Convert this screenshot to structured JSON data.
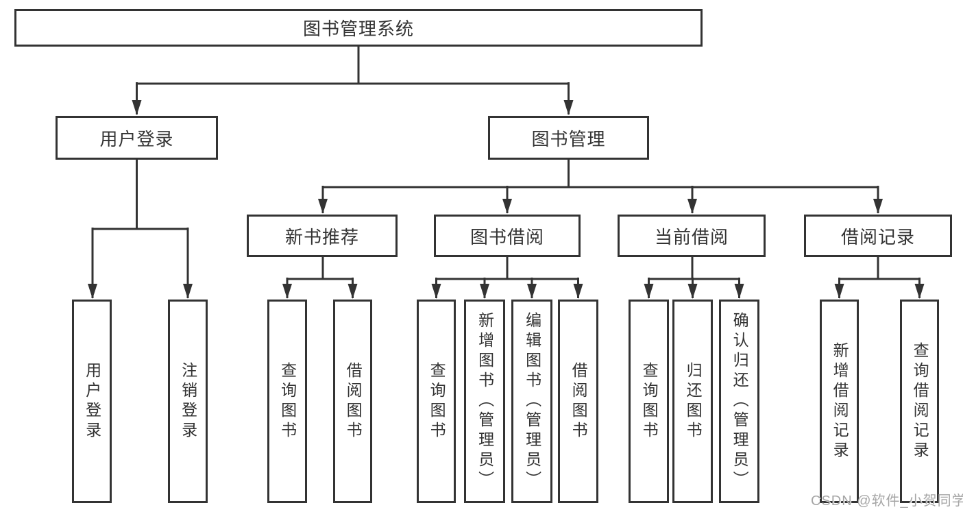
{
  "diagram": {
    "title": "图书管理系统",
    "root": {
      "label": "图书管理系统"
    },
    "level2": [
      {
        "label": "用户登录",
        "parent": "图书管理系统"
      },
      {
        "label": "图书管理",
        "parent": "图书管理系统"
      }
    ],
    "level3": [
      {
        "label": "新书推荐",
        "parent": "图书管理"
      },
      {
        "label": "图书借阅",
        "parent": "图书管理"
      },
      {
        "label": "当前借阅",
        "parent": "图书管理"
      },
      {
        "label": "借阅记录",
        "parent": "图书管理"
      }
    ],
    "leaves": [
      {
        "label": "用户登录",
        "parent": "用户登录"
      },
      {
        "label": "注销登录",
        "parent": "用户登录"
      },
      {
        "label": "查询图书",
        "parent": "新书推荐"
      },
      {
        "label": "借阅图书",
        "parent": "新书推荐"
      },
      {
        "label": "查询图书",
        "parent": "图书借阅"
      },
      {
        "label": "新增图书（管理员）",
        "parent": "图书借阅"
      },
      {
        "label": "编辑图书（管理员）",
        "parent": "图书借阅"
      },
      {
        "label": "借阅图书",
        "parent": "图书借阅"
      },
      {
        "label": "查询图书",
        "parent": "当前借阅"
      },
      {
        "label": "归还图书",
        "parent": "当前借阅"
      },
      {
        "label": "确认归还（管理员）",
        "parent": "当前借阅"
      },
      {
        "label": "新增借阅记录",
        "parent": "借阅记录"
      },
      {
        "label": "查询借阅记录",
        "parent": "借阅记录"
      }
    ],
    "watermark": "CSDN @软件_小贺同学",
    "colors": {
      "line": "#333333",
      "box_border": "#333333",
      "box_fill": "#ffffff",
      "text": "#333333",
      "watermark": "#a6a6a6",
      "background": "#ffffff"
    }
  }
}
